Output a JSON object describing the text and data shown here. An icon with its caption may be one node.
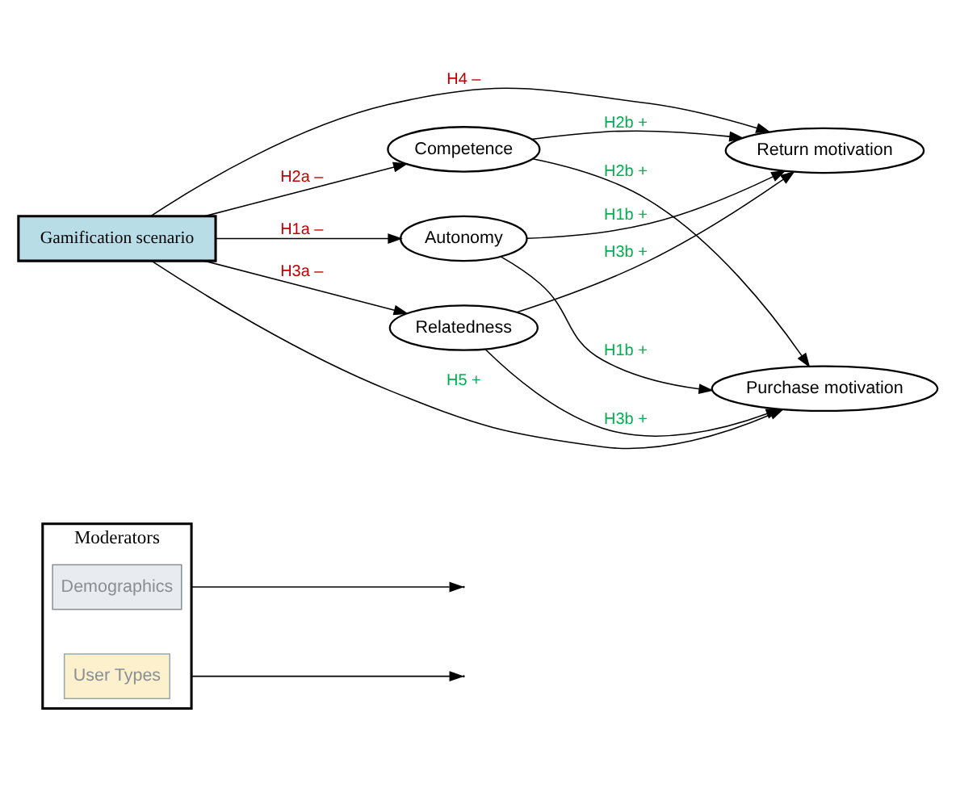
{
  "diagram": {
    "nodes": [
      {
        "text": [
          "Moderators"
        ]
      },
      {
        "text": [
          "Demographics"
        ],
        "in": 0
      },
      {
        "text": [
          "User Types"
        ],
        "in": 0
      },
      {
        "text": [
          "Gamification scenario"
        ]
      },
      {
        "text": [
          "Autonomy"
        ]
      },
      {
        "text": [
          "Competence"
        ]
      },
      {
        "text": [
          "Relatedness"
        ]
      },
      {
        "text": [
          "Return motivation"
        ]
      },
      {
        "text": [
          "Purchase motivation"
        ]
      }
    ],
    "edges": [
      {
        "from": 0,
        "to": null,
        "arrow": "to"
      },
      {
        "from": 0,
        "to": null,
        "arrow": "to"
      },
      {
        "from": 3,
        "to": 4,
        "arrow": "to",
        "label": "H1a –"
      },
      {
        "from": 3,
        "to": 5,
        "arrow": "to",
        "label": "H2a –"
      },
      {
        "from": 3,
        "to": 6,
        "arrow": "to",
        "label": "H3a –"
      },
      {
        "from": 3,
        "to": 7,
        "arrow": "to",
        "label": "H4 –"
      },
      {
        "from": 3,
        "to": 8,
        "arrow": "to",
        "label": "H5 +"
      },
      {
        "from": 4,
        "to": 7,
        "arrow": "to",
        "label": "H1b +"
      },
      {
        "from": 4,
        "to": 8,
        "arrow": "to",
        "label": "H1b +"
      },
      {
        "from": 5,
        "to": 7,
        "arrow": "to",
        "label": "H2b +"
      },
      {
        "from": 5,
        "to": 8,
        "arrow": "to",
        "label": "H2b +"
      },
      {
        "from": 6,
        "to": 7,
        "arrow": "to",
        "label": "H3b +"
      },
      {
        "from": 6,
        "to": 8,
        "arrow": "to",
        "label": "H3b +"
      }
    ]
  }
}
